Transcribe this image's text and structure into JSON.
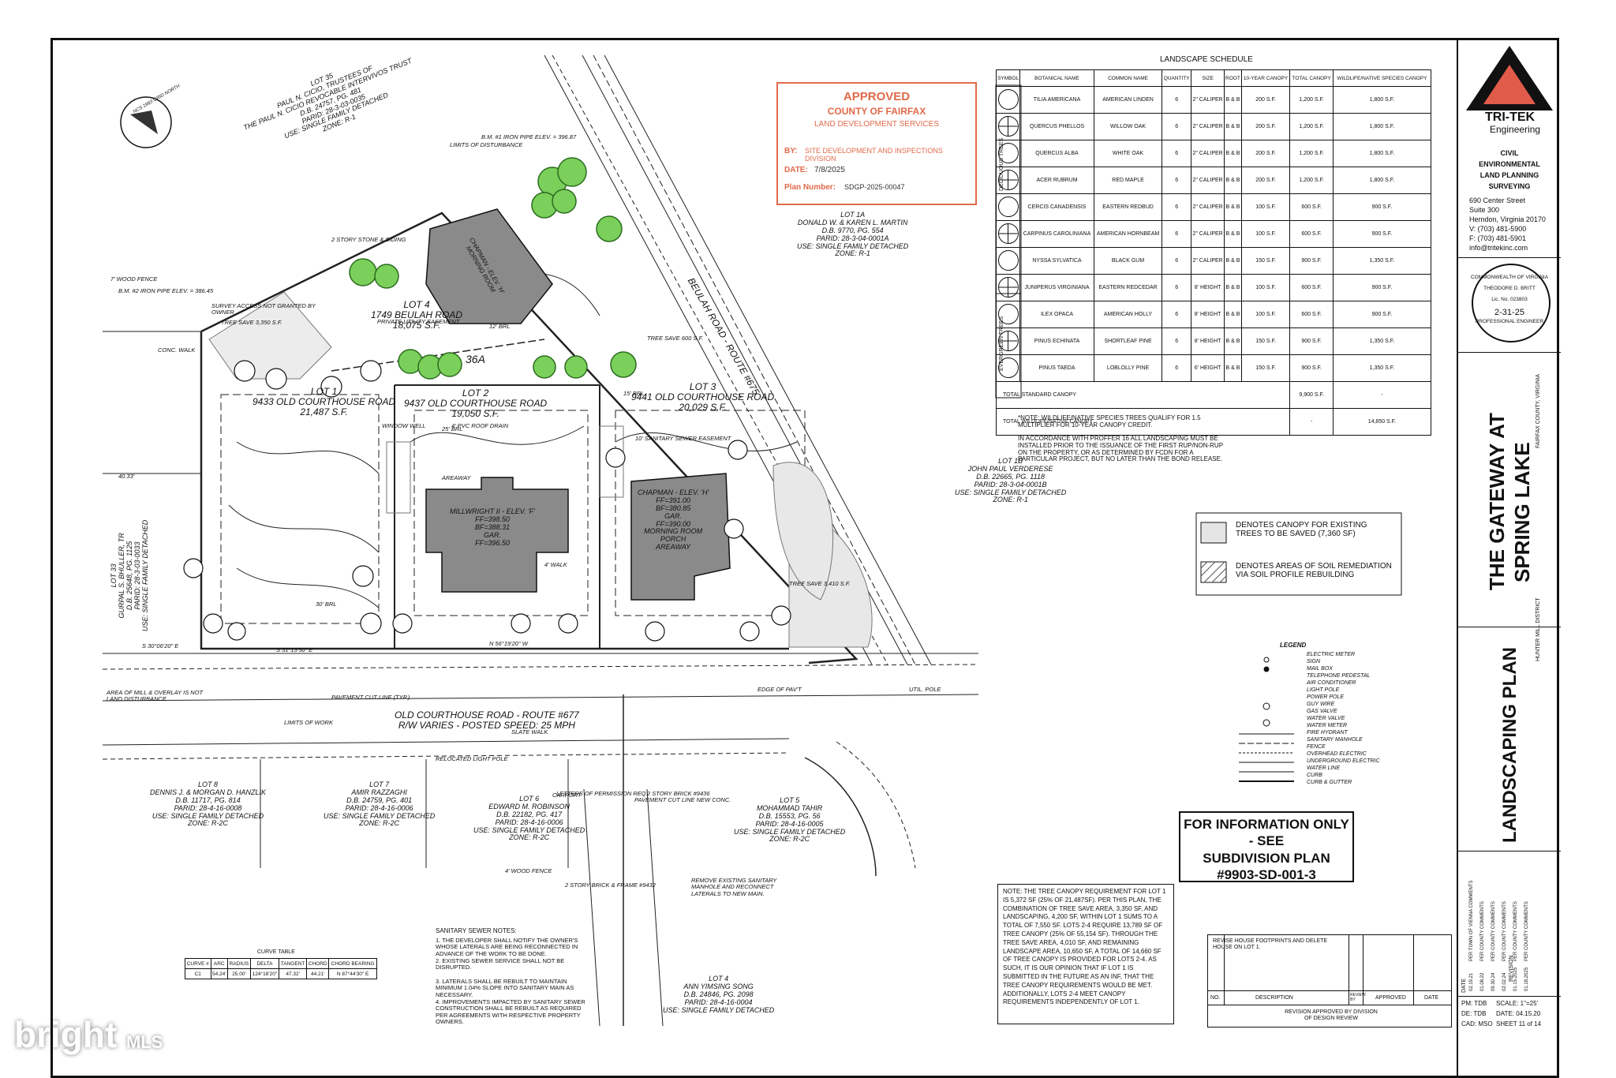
{
  "approval": {
    "title": "APPROVED",
    "county": "COUNTY OF FAIRFAX",
    "dept": "LAND DEVELOPMENT SERVICES",
    "by_label": "BY:",
    "by_value": "SITE DEVELOPMENT AND INSPECTIONS DIVISION",
    "date_label": "DATE:",
    "date_value": "7/8/2025",
    "plan_label": "Plan Number:",
    "plan_value": "SDGP-2025-00047"
  },
  "schedule": {
    "title": "LANDSCAPE SCHEDULE",
    "headers": [
      "SYMBOL",
      "BOTANICAL NAME",
      "COMMON NAME",
      "QUANTITY",
      "SIZE",
      "ROOT",
      "10-YEAR CANOPY",
      "TOTAL CANOPY",
      "WILDLIFE/NATIVE SPECIES CANOPY"
    ],
    "group_deciduous": "DECIDUOUS TREES",
    "group_evergreen": "EVERGREEN TREES",
    "rows": [
      [
        "TILIA AMERICANA",
        "AMERICAN LINDEN",
        "6",
        "2\" CALIPER",
        "B & B",
        "200 S.F.",
        "1,200 S.F.",
        "1,800 S.F."
      ],
      [
        "QUERCUS PHELLOS",
        "WILLOW OAK",
        "6",
        "2\" CALIPER",
        "B & B",
        "200 S.F.",
        "1,200 S.F.",
        "1,800 S.F."
      ],
      [
        "QUERCUS ALBA",
        "WHITE OAK",
        "6",
        "2\" CALIPER",
        "B & B",
        "200 S.F.",
        "1,200 S.F.",
        "1,800 S.F."
      ],
      [
        "ACER RUBRUM",
        "RED MAPLE",
        "6",
        "2\" CALIPER",
        "B & B",
        "200 S.F.",
        "1,200 S.F.",
        "1,800 S.F."
      ],
      [
        "CERCIS CANADENSIS",
        "EASTERN REDBUD",
        "6",
        "2\" CALIPER",
        "B & B",
        "100 S.F.",
        "600 S.F.",
        "900 S.F."
      ],
      [
        "CARPINUS CAROLINIANA",
        "AMERICAN HORNBEAM",
        "6",
        "2\" CALIPER",
        "B & B",
        "100 S.F.",
        "600 S.F.",
        "900 S.F."
      ],
      [
        "NYSSA SYLVATICA",
        "BLACK GUM",
        "6",
        "2\" CALIPER",
        "B & B",
        "150 S.F.",
        "900 S.F.",
        "1,350 S.F."
      ],
      [
        "JUNIPERUS VIRGINIANA",
        "EASTERN REDCEDAR",
        "6",
        "8' HEIGHT",
        "B & B",
        "100 S.F.",
        "600 S.F.",
        "900 S.F."
      ],
      [
        "ILEX OPACA",
        "AMERICAN HOLLY",
        "6",
        "8' HEIGHT",
        "B & B",
        "100 S.F.",
        "600 S.F.",
        "900 S.F."
      ],
      [
        "PINUS ECHINATA",
        "SHORTLEAF PINE",
        "6",
        "8' HEIGHT",
        "B & B",
        "150 S.F.",
        "900 S.F.",
        "1,350 S.F."
      ],
      [
        "PINUS TAEDA",
        "LOBLOLLY PINE",
        "6",
        "6' HEIGHT",
        "B & B",
        "150 S.F.",
        "900 S.F.",
        "1,350 S.F."
      ]
    ],
    "total_std_label": "TOTAL STANDARD CANOPY",
    "total_std_value": "9,900 S.F.",
    "total_std_dash": "-",
    "total_wild_label": "TOTAL WILDLIFE/NATIVE CANOPY",
    "total_wild_dash": "-",
    "total_wild_value": "14,850 S.F.",
    "note1": "*NOTE: WILDLIFE/NATIVE SPECIES TREES QUALIFY FOR 1.5 MULTIPLIER FOR 10-YEAR CANOPY CREDIT.",
    "note2": "IN ACCORDANCE WITH PROFFER 16 ALL LANDSCAPING MUST BE INSTALLED PRIOR TO THE ISSUANCE OF THE FIRST RUP/NON-RUP ON THE PROPERTY, OR AS DETERMINED BY FCDN FOR A PARTICULAR PROJECT, BUT NO LATER THAN THE BOND RELEASE."
  },
  "denotes": {
    "canopy": "DENOTES CANOPY FOR EXISTING TREES TO BE SAVED (7,360 SF)",
    "soil": "DENOTES AREAS OF SOIL REMEDIATION VIA SOIL PROFILE REBUILDING"
  },
  "legend": {
    "title": "LEGEND",
    "items": [
      "ELECTRIC METER",
      "SIGN",
      "MAIL BOX",
      "TELEPHONE PEDESTAL",
      "AIR CONDITIONER",
      "LIGHT POLE",
      "POWER POLE",
      "GUY WIRE",
      "GAS VALVE",
      "WATER VALVE",
      "WATER METER",
      "FIRE HYDRANT",
      "SANITARY MANHOLE",
      "FENCE",
      "OVERHEAD ELECTRIC",
      "UNDERGROUND ELECTRIC",
      "WATER LINE",
      "CURB",
      "CURB & GUTTER"
    ]
  },
  "info_box": [
    "FOR INFORMATION ONLY - SEE",
    "SUBDIVISION PLAN",
    "#9903-SD-001-3"
  ],
  "canopy_note": "NOTE: THE TREE CANOPY REQUIREMENT FOR LOT 1 IS 5,372 SF (25% OF 21,487SF). PER THIS PLAN, THE COMBINATION OF TREE SAVE AREA, 3,350 SF, AND LANDSCAPING, 4,200 SF, WITHIN LOT 1 SUMS TO A TOTAL OF 7,550 SF. LOTS 2-4 REQUIRE 13,789 SF OF TREE CANOPY (25% OF 55,154 SF). THROUGH THE TREE SAVE AREA, 4,010 SF, AND REMAINING LANDSCAPE AREA, 10,650 SF, A TOTAL OF 14,660 SF OF TREE CANOPY IS PROVIDED FOR LOTS 2-4. AS SUCH, IT IS OUR OPINION THAT IF LOT 1 IS SUBMITTED IN THE FUTURE AS AN INF, THAT THE TREE CANOPY REQUIREMENTS WOULD BE MET. ADDITIONALLY, LOTS 2-4 MEET CANOPY REQUIREMENTS INDEPENDENTLY OF LOT 1.",
  "revision_table": {
    "entry": "REVISE HOUSE FOOTPRINTS AND DELETE HOUSE ON LOT 1.",
    "no": "NO.",
    "description": "DESCRIPTION",
    "review": "REVIEW BY",
    "approved": "APPROVED",
    "date": "DATE",
    "footer": "REVISION APPROVED BY DIVISION OF DESIGN REVIEW"
  },
  "curve_table": {
    "title": "CURVE TABLE",
    "headers": [
      "CURVE #",
      "ARC",
      "RADIUS",
      "DELTA",
      "TANGENT",
      "CHORD",
      "CHORD BEARING"
    ],
    "row": [
      "C1",
      "54.24'",
      "25.00'",
      "124°18'20\"",
      "47.32'",
      "44.21'",
      "N 87°44'30\" E"
    ]
  },
  "sewer_notes": {
    "title": "SANITARY SEWER NOTES:",
    "items": [
      "1. THE DEVELOPER SHALL NOTIFY THE OWNER'S WHOSE LATERALS ARE BEING RECONNECTED IN ADVANCE OF THE WORK TO BE DONE.",
      "2. EXISTING SEWER SERVICE SHALL NOT BE DISRUPTED.",
      "3. LATERALS SHALL BE REBUILT TO MAINTAIN MINIMUM 1.04% SLOPE INTO SANITARY MAIN AS NECESSARY.",
      "4. IMPROVEMENTS IMPACTED BY SANITARY SEWER CONSTRUCTION SHALL BE REBUILT AS REQUIRED PER AGREEMENTS WITH RESPECTIVE PROPERTY OWNERS."
    ]
  },
  "title_block": {
    "firm": "TRI-TEK",
    "firm_sub": "Engineering",
    "services": [
      "CIVIL",
      "ENVIRONMENTAL",
      "LAND PLANNING",
      "SURVEYING"
    ],
    "address": [
      "690 Center Street",
      "Suite 300",
      "Herndon, Virginia 20170",
      "V: (703) 481-5900",
      "F: (703) 481-5901",
      "info@tritekinc.com"
    ],
    "seal": [
      "COMMONWEALTH OF VIRGINIA",
      "THEODORE D. BRITT",
      "Lic. No. 023803",
      "2-31-25",
      "PROFESSIONAL ENGINEER"
    ],
    "project": [
      "THE GATEWAY AT",
      "SPRING LAKE"
    ],
    "county": "FAIRFAX COUNTY, VIRGINIA",
    "district": "HUNTER MILL DISTRICT",
    "sheet_title": "LANDSCAPING PLAN",
    "revision_label": "REVISION",
    "date_label": "DATE",
    "revisions": [
      [
        "02.19.21",
        "PER TOWN OF VIENNA COMMENTS"
      ],
      [
        "01.08.22",
        "PER COUNTY COMMENTS"
      ],
      [
        "09.30.24",
        "PER COUNTY COMMENTS"
      ],
      [
        "02.02.24",
        "PER COUNTY COMMENTS"
      ],
      [
        "01.15.2025",
        "PER COUNTY COMMENTS"
      ],
      [
        "01.18.2025",
        "PER COUNTY COMMENTS"
      ]
    ],
    "pm": "PM: TDB",
    "de": "DE: TDB",
    "cad": "CAD: MSO",
    "scale": "SCALE: 1\"=25'",
    "date": "DATE: 04.15.20",
    "sheet": "SHEET 11 of 14"
  },
  "plan": {
    "lot35": [
      "LOT 35",
      "PAUL N. CICIO, TRUSTEES OF",
      "THE PAUL N. CICIO REVOCABLE INTERVIVOS TRUST",
      "D.B. 24757, PG. 481",
      "PARID: 28-3-03-0035",
      "USE: SINGLE FAMILY DETACHED",
      "ZONE: R-1"
    ],
    "lot1a": [
      "LOT 1A",
      "DONALD W. & KAREN L. MARTIN",
      "D.B. 9770, PG. 554",
      "PARID: 28-3-04-0001A",
      "USE: SINGLE FAMILY DETACHED",
      "ZONE: R-1"
    ],
    "lot1b": [
      "LOT 1B",
      "JOHN PAUL VERDERESE",
      "D.B. 22665, PG. 1118",
      "PARID: 28-3-04-0001B",
      "USE: SINGLE FAMILY DETACHED",
      "ZONE: R-1"
    ],
    "lot33": [
      "LOT 33",
      "GURPAL S. BHULLER, TR",
      "D.B. 25648, PG. 1125",
      "PARID: 28-3-03-0033",
      "USE: SINGLE FAMILY DETACHED"
    ],
    "lot8": [
      "LOT 8",
      "DENNIS J. & MORGAN D. HANZLIK",
      "D.B. 11717, PG. 814",
      "PARID: 28-4-16-0008",
      "USE: SINGLE FAMILY DETACHED",
      "ZONE: R-2C"
    ],
    "lot7": [
      "LOT 7",
      "AMIR RAZZAGHI",
      "D.B. 24759, PG. 401",
      "PARID: 28-4-16-0006",
      "USE: SINGLE FAMILY DETACHED",
      "ZONE: R-2C"
    ],
    "lot6": [
      "LOT 6",
      "EDWARD M. ROBINSON",
      "D.B. 22182, PG. 417",
      "PARID: 28-4-16-0006",
      "USE: SINGLE FAMILY DETACHED",
      "ZONE: R-2C"
    ],
    "lot5": [
      "LOT 5",
      "MOHAMMAD TAHIR",
      "D.B. 15553, PG. 56",
      "PARID: 28-4-16-0005",
      "USE: SINGLE FAMILY DETACHED",
      "ZONE: R-2C"
    ],
    "lot4s": [
      "LOT 4",
      "ANN YIMSING SONG",
      "D.B. 24846, PG. 2098",
      "PARID: 28-4-16-0004",
      "USE: SINGLE FAMILY DETACHED"
    ],
    "lot1": [
      "LOT 1",
      "9433 OLD COURTHOUSE ROAD",
      "21,487 S.F."
    ],
    "lot2": [
      "LOT 2",
      "9437 OLD COURTHOUSE ROAD",
      "19,050 S.F."
    ],
    "lot3": [
      "LOT 3",
      "9441 OLD COURTHOUSE ROAD",
      "20,029 S.F."
    ],
    "lot4": [
      "LOT 4",
      "1749 BEULAH ROAD",
      "18,075 S.F."
    ],
    "outlot": "36A",
    "road1": "OLD COURTHOUSE ROAD - ROUTE #677",
    "road1_sub": "R/W VARIES - POSTED SPEED: 25 MPH",
    "road2": "BEULAH ROAD - ROUTE #675",
    "house1": [
      "MILLWRIGHT II - ELEV. 'F'",
      "FF=398.50",
      "BF=388.31",
      "GAR.",
      "FF=396.50"
    ],
    "house2": [
      "CHAPMAN - ELEV. 'H'",
      "FF=391.00",
      "BF=380.85",
      "GAR.",
      "FF=390.00",
      "MORNING ROOM",
      "PORCH",
      "AREAWAY"
    ],
    "house4": [
      "CHAPMAN - ELEV. 'H'",
      "MORNING ROOM"
    ],
    "labels": [
      "LIMITS OF DISTURBANCE",
      "TREE SAVE 3,350 S.F.",
      "TREE SAVE 600 S.F.",
      "TREE SAVE 3,410 S.F.",
      "PRIVATE UTILITY EASEMENT",
      "10' SANITARY SEWER EASEMENT",
      "WINDOW WELL",
      "AREAWAY",
      "4' PVC ROOF DRAIN",
      "4' WALK",
      "30' BRL",
      "25' BRL",
      "12' BRL",
      "15' BRL",
      "PAVEMENT CUT LINE (TYP.)",
      "AREA OF MILL & OVERLAY IS NOT LAND DISTURBANCE",
      "LIMITS OF WORK",
      "RELOCATED LIGHT POLE",
      "LETTERS OF PERMISSION REQ.",
      "PAVEMENT CUT LINE NEW CONC.",
      "REMOVE EXISTING SANITARY MANHOLE AND RECONNECT LATERALS TO NEW MAIN.",
      "B.M. #1 IRON PIPE ELEV. = 396.87",
      "B.M. #2 IRON PIPE ELEV. = 386.45",
      "SURVEY ACCESS NOT GRANTED BY OWNER",
      "7' WOOD FENCE",
      "4' WOOD FENCE",
      "2 STORY BRICK & FRAME #9432",
      "2 STORY BRICK #9436",
      "CARPORT",
      "2 STORY STONE & SIDING",
      "N 56°19'20\" W",
      "S 30°06'20\" E",
      "S 31°13'50\" E",
      "40.33'",
      "SLATE WALK",
      "CONC. WALK",
      "UTIL. POLE",
      "EDGE OF PAV'T"
    ],
    "north": "NCS 1983 GRID NORTH"
  }
}
